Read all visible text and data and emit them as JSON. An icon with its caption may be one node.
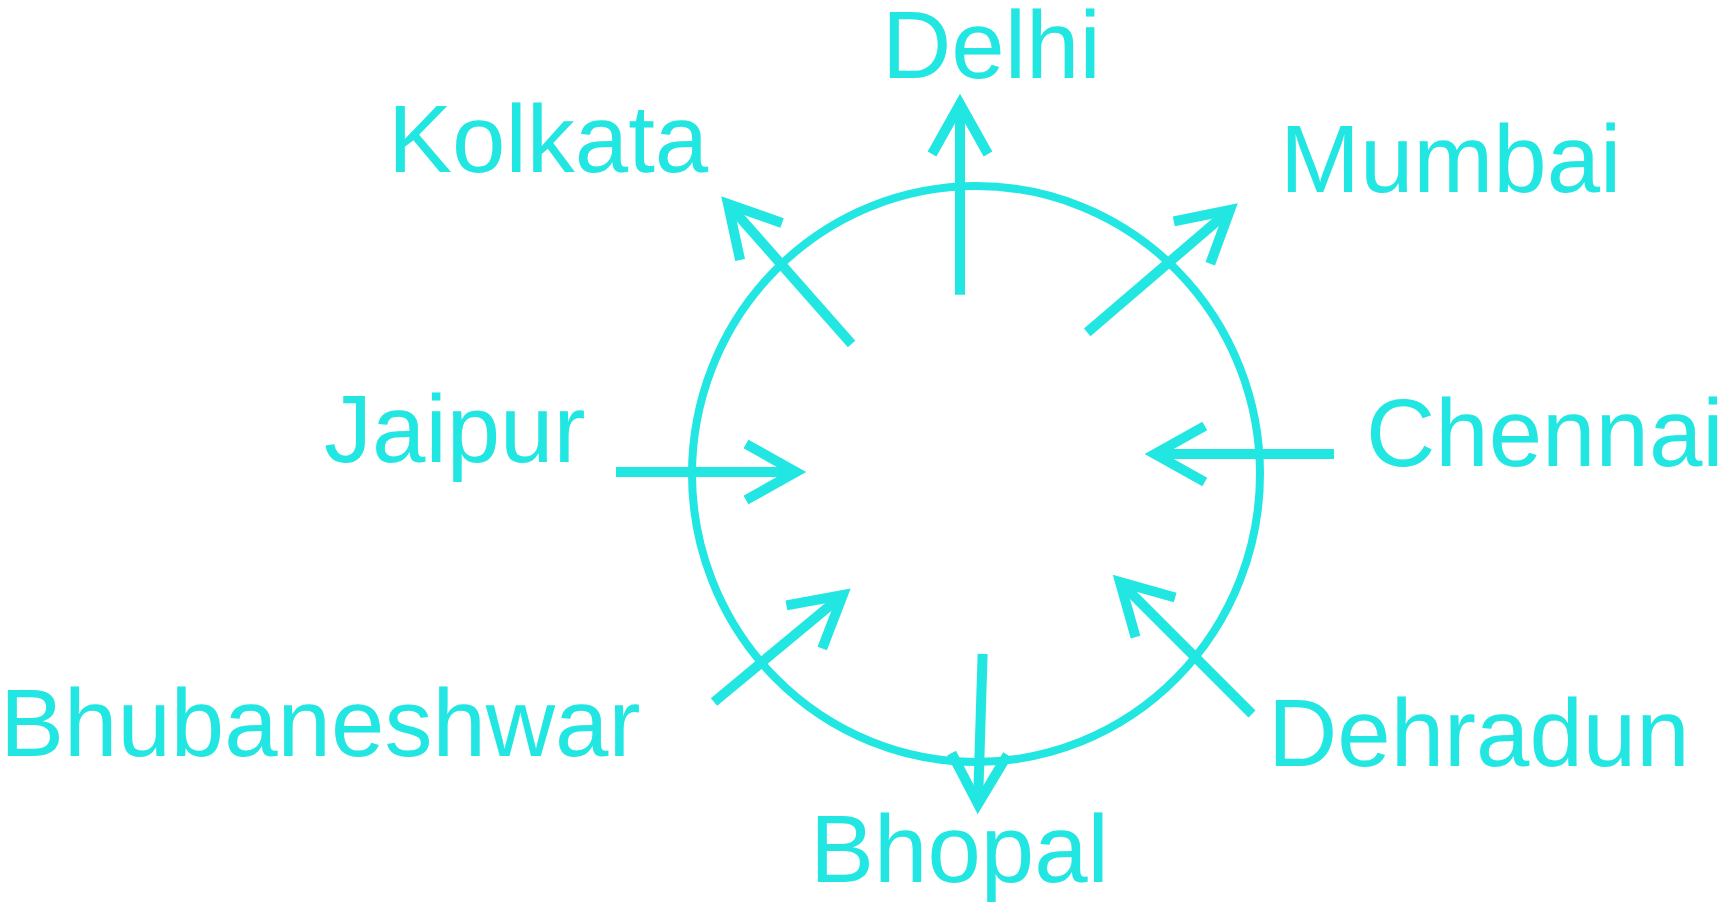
{
  "diagram": {
    "nodes": [
      {
        "text": [
          "Delhi"
        ]
      },
      {
        "text": [
          "Kolkata"
        ]
      },
      {
        "text": [
          "Mumbai"
        ]
      },
      {
        "text": [],
        "shape": "circle"
      },
      {
        "text": [
          "Jaipur"
        ]
      },
      {
        "text": [
          "Chennai"
        ]
      },
      {
        "text": [
          "Bhubaneshwar"
        ]
      },
      {
        "text": [
          "Dehradun"
        ]
      },
      {
        "text": [
          "Bhopal"
        ]
      }
    ],
    "edges": [
      {
        "from": 3,
        "to": 0,
        "arrow": "to"
      },
      {
        "from": 3,
        "to": 1,
        "arrow": "to"
      },
      {
        "from": 3,
        "to": 2,
        "arrow": "to"
      },
      {
        "from": 4,
        "to": 3,
        "arrow": "to"
      },
      {
        "from": 5,
        "to": 3,
        "arrow": "to"
      },
      {
        "from": 6,
        "to": 3,
        "arrow": "to"
      },
      {
        "from": 7,
        "to": 3,
        "arrow": "to"
      },
      {
        "from": 3,
        "to": 8,
        "arrow": "to"
      }
    ]
  }
}
